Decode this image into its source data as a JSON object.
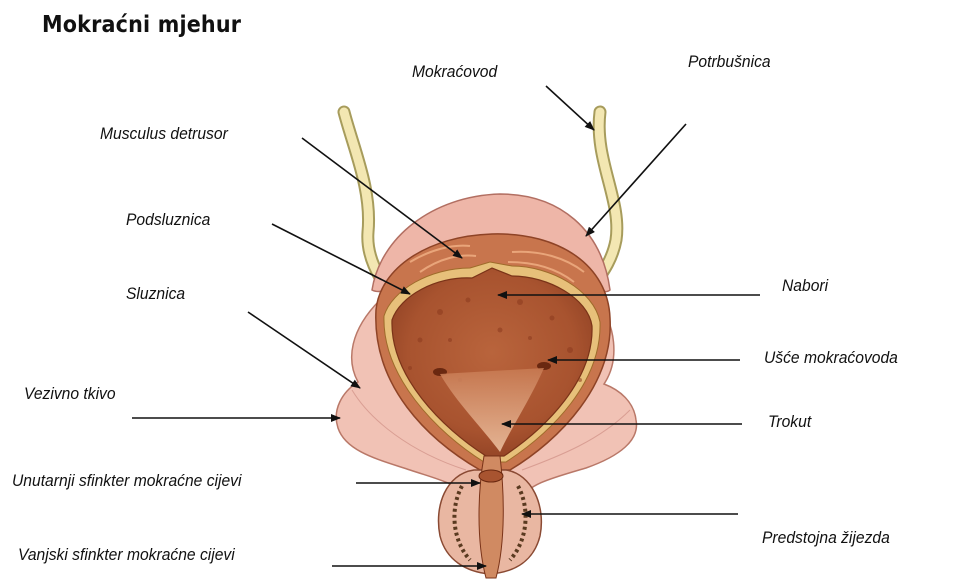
{
  "title": "Mokraćni mjehur",
  "labels": {
    "mokracovod": "Mokraćovod",
    "potrbusnica": "Potrbušnica",
    "musculus_detrusor": "Musculus detrusor",
    "podsluznica": "Podsluznica",
    "sluznica": "Sluznica",
    "vezivno_tkivo": "Vezivno tkivo",
    "unutarnji_sfinkter": "Unutarnji sfinkter mokraćne cijevi",
    "vanjski_sfinkter": "Vanjski sfinkter mokraćne cijevi",
    "nabori": "Nabori",
    "usce_mokracovoda": "Ušće mokraćovoda",
    "trokut": "Trokut",
    "predstojna_zijezda": "Predstojna žijezda"
  }
}
